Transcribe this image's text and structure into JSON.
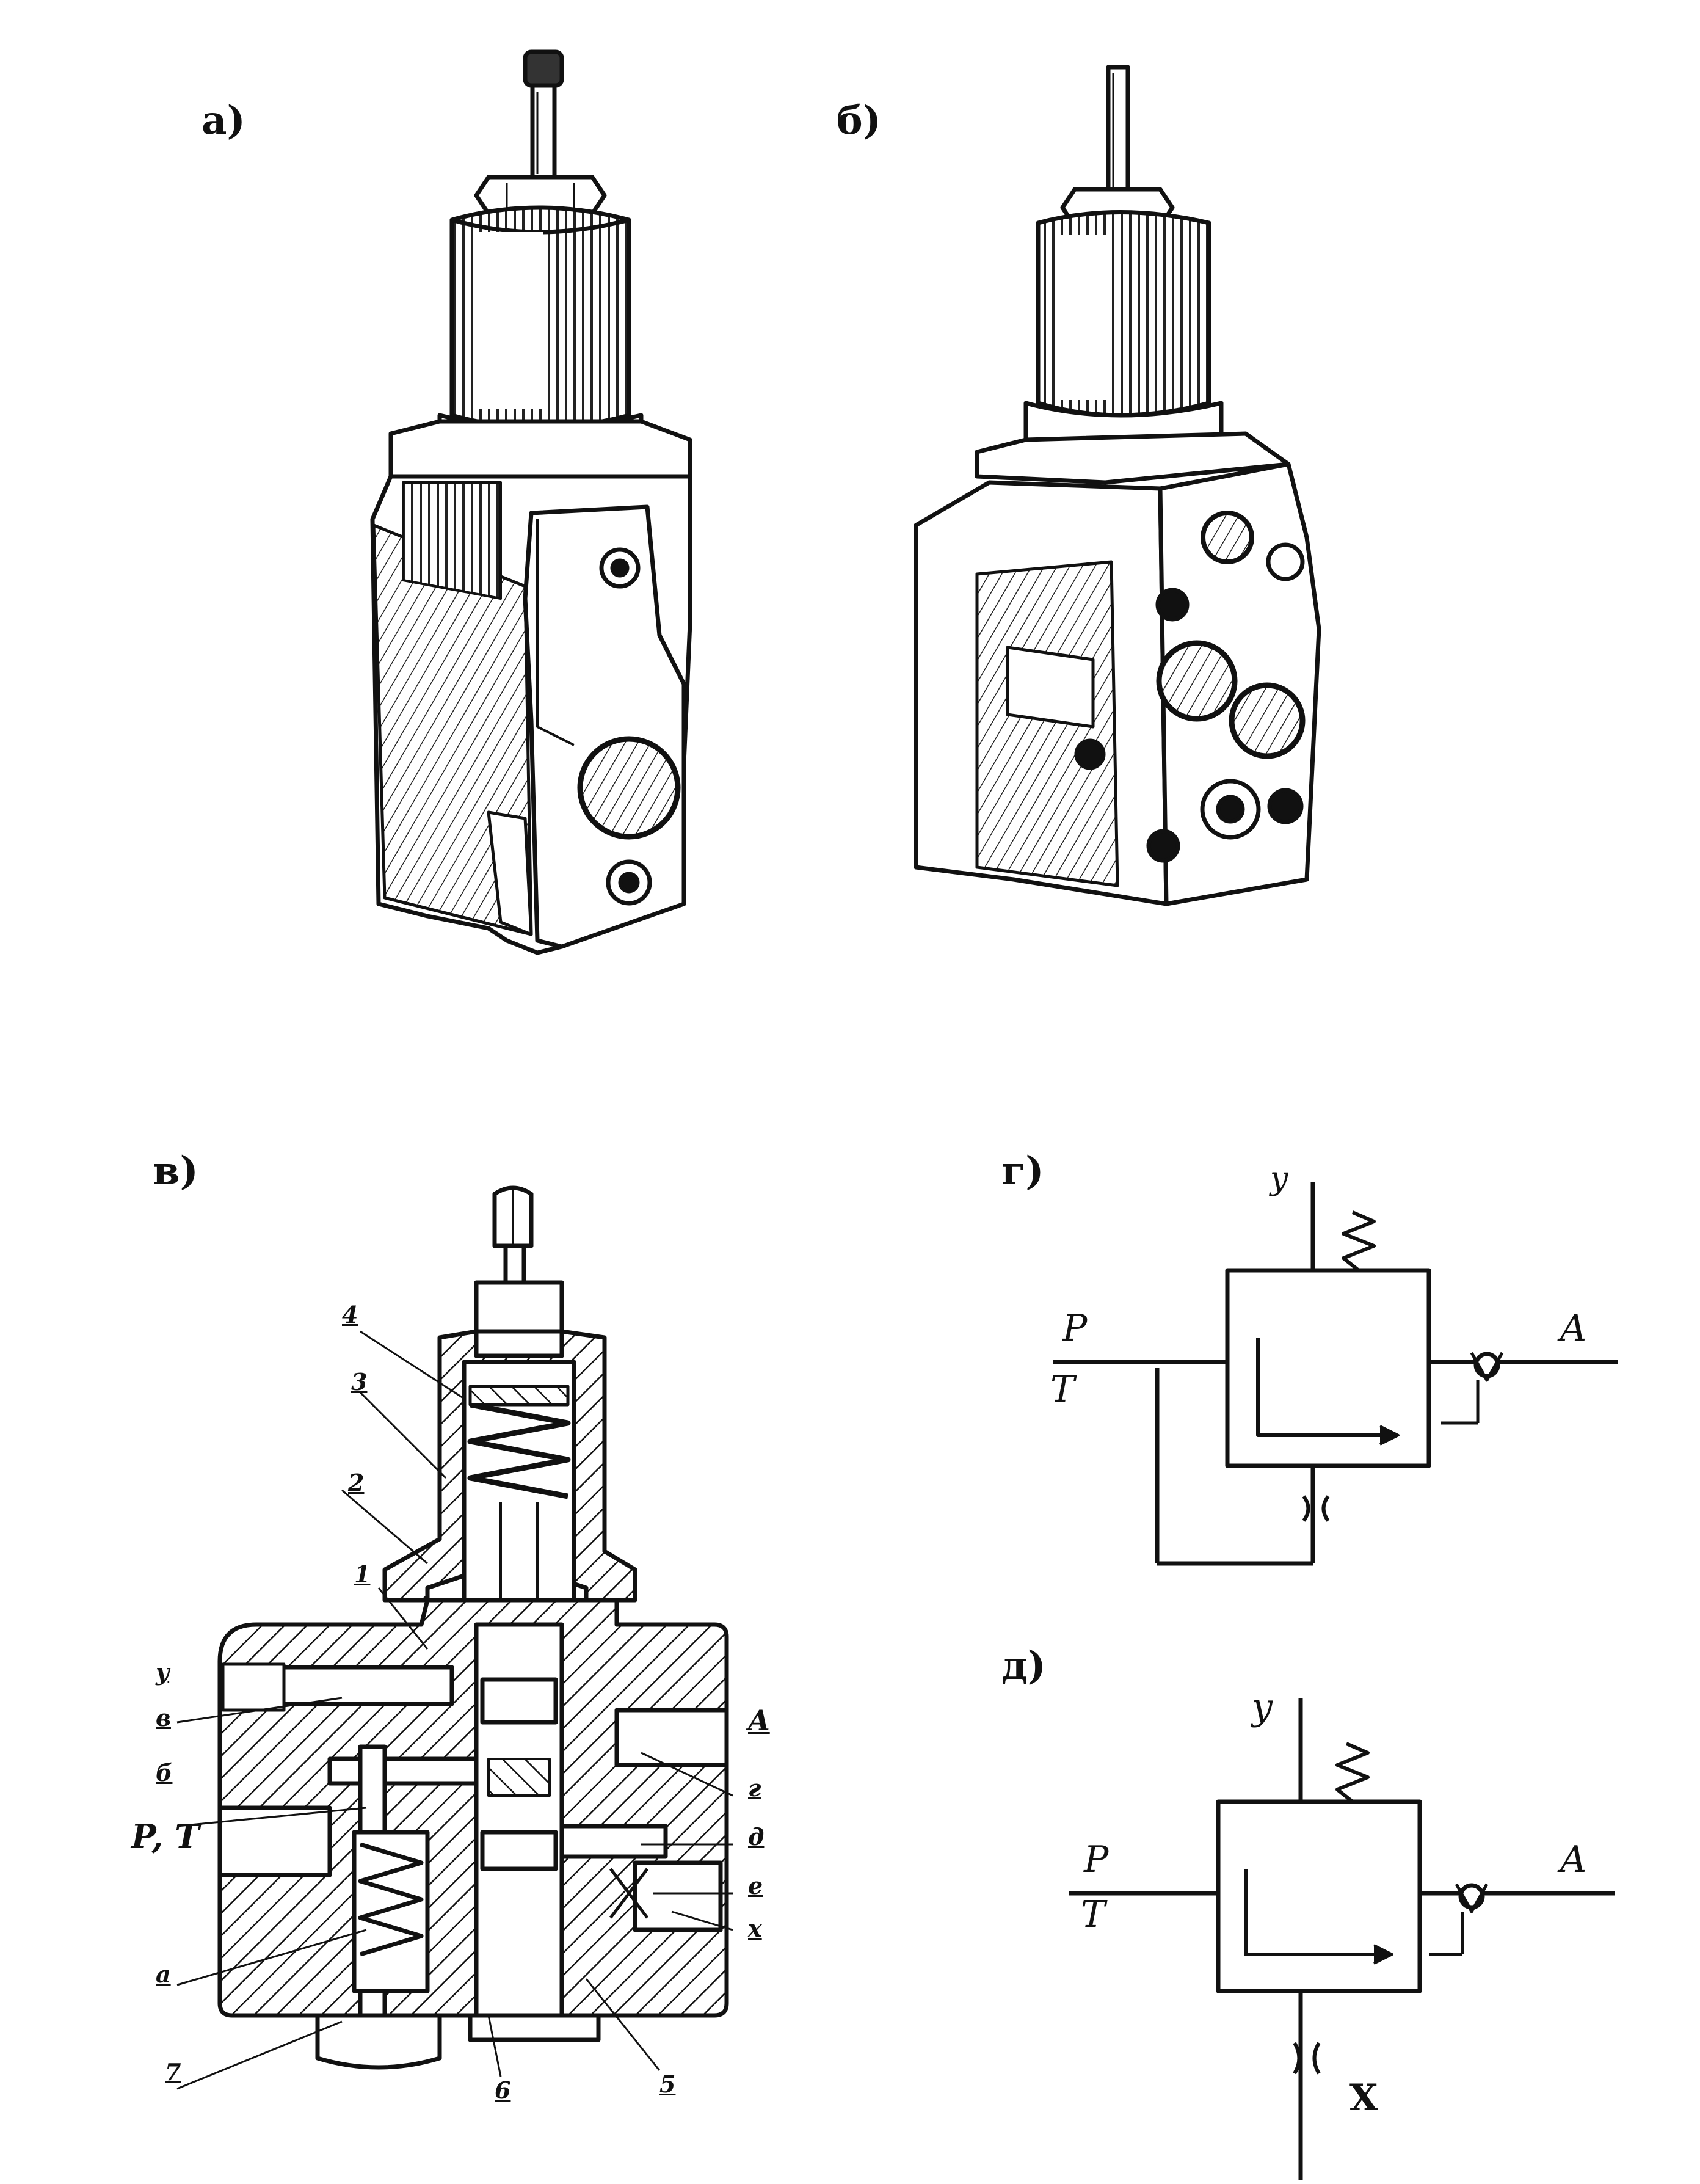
{
  "panels": {
    "a": "а)",
    "b": "б)",
    "v": "в)",
    "g": "г)",
    "d": "д)"
  },
  "section_callouts": {
    "n4": "4",
    "n3": "3",
    "n2": "2",
    "n1": "1",
    "y": "y",
    "v": "в",
    "b": "б",
    "pt": "P, T",
    "a": "а",
    "n7": "7",
    "n6": "6",
    "n5": "5",
    "A": "A",
    "g": "г",
    "d": "д",
    "e": "е",
    "x": "x"
  },
  "symbol_g": {
    "y": "y",
    "p": "P",
    "t": "T",
    "a": "A"
  },
  "symbol_d": {
    "y": "y",
    "p": "P",
    "t": "T",
    "a": "A",
    "x": "X"
  },
  "colors": {
    "ink": "#111111",
    "paper": "#ffffff",
    "shade": "#555555"
  }
}
